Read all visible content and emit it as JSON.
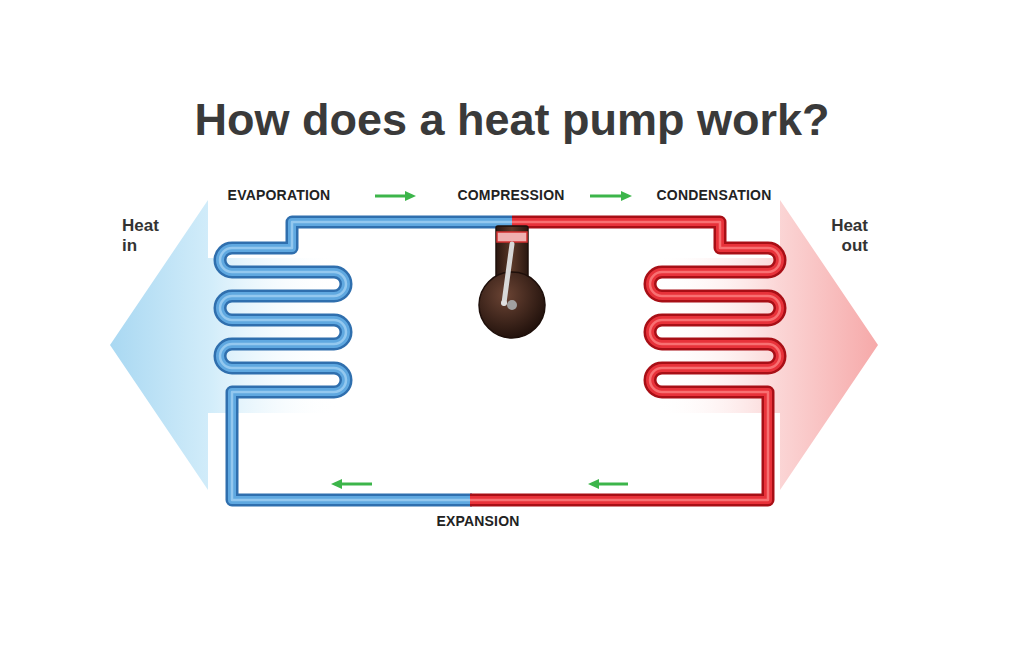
{
  "diagram": {
    "title": "How does a heat pump work?",
    "nodes": [
      {
        "text": [
          "Heat in"
        ]
      },
      {
        "text": [
          "Heat out"
        ]
      }
    ],
    "labels": [
      "EVAPORATION",
      "COMPRESSION",
      "CONDENSATION",
      "EXPANSION"
    ]
  }
}
